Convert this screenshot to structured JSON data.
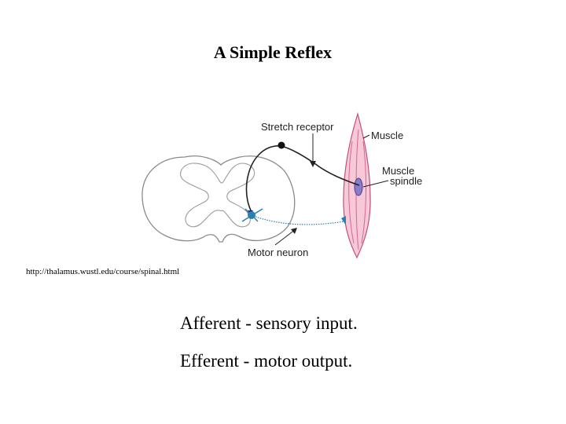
{
  "title": "A Simple Reflex",
  "labels": {
    "stretch_receptor": "Stretch receptor",
    "muscle": "Muscle",
    "muscle_spindle_line1": "Muscle",
    "muscle_spindle_line2": "spindle",
    "motor_neuron": "Motor neuron"
  },
  "source_url": "http://thalamus.wustl.edu/course/spinal.html",
  "notes": [
    "Afferent - sensory input.",
    "Efferent - motor output."
  ],
  "colors": {
    "muscle_fill": "#f7c9d8",
    "muscle_stroke": "#c0507a",
    "motor_neuron": "#2a7fb0",
    "spindle": "#8a7cc8",
    "cord_outline": "#8a8a8a"
  }
}
